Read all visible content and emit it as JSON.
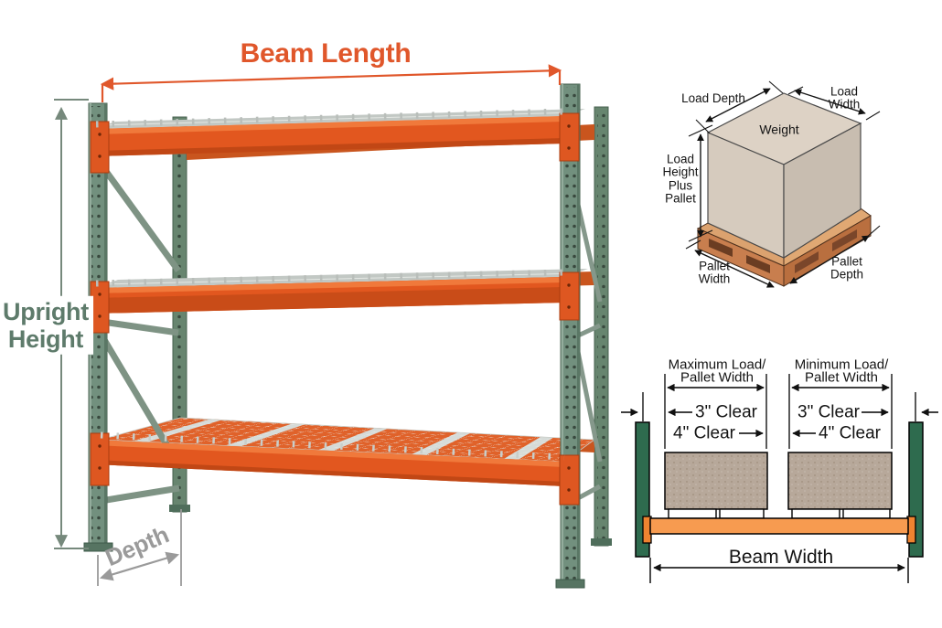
{
  "colors": {
    "beam_orange": "#e2571f",
    "beam_orange_light": "#f0793b",
    "upright_green": "#72907e",
    "label_orange": "#e0572b",
    "label_green": "#5e7b6b",
    "label_gray": "#9a9a9a",
    "xsec_beam_orange": "#f79b50",
    "xsec_upright_green": "#2e6b4e",
    "box_tan": "#ddd2c5",
    "pallet_brown": "#c87e4e"
  },
  "rack_labels": {
    "beam_length": "Beam Length",
    "upright_height": "Upright\nHeight",
    "depth": "Depth"
  },
  "pallet_diagram": {
    "load_depth": "Load Depth",
    "load_width": "Load\nWidth",
    "weight": "Weight",
    "load_height_plus_pallet": "Load\nHeight\nPlus\nPallet",
    "pallet_width": "Pallet\nWidth",
    "pallet_depth": "Pallet\nDepth"
  },
  "clearance_diagram": {
    "max_load_pallet_width": "Maximum Load/\nPallet Width",
    "min_load_pallet_width": "Minimum Load/\nPallet Width",
    "clear_3in": "3\" Clear",
    "clear_4in": "4\" Clear",
    "beam_width": "Beam Width"
  }
}
